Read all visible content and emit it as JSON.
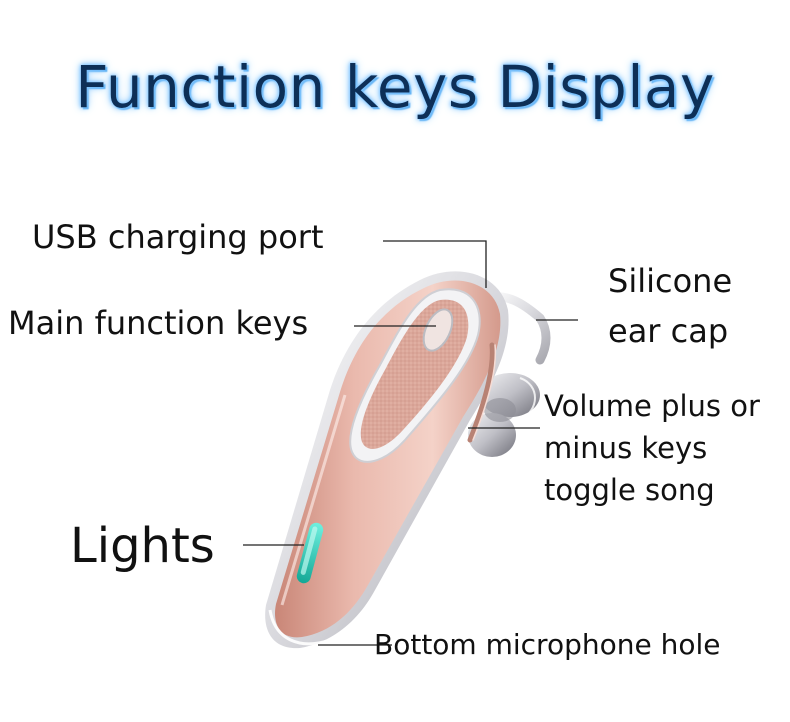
{
  "title": "Function keys Display",
  "labels": {
    "usb_port": "USB charging port",
    "main_keys": "Main function keys",
    "ear_cap": "Silicone\near cap",
    "volume_keys": "Volume plus or\nminus keys\ntoggle song",
    "lights": "Lights",
    "mic_hole": "Bottom microphone hole"
  },
  "colors": {
    "title_text": "#0d2f57",
    "title_glow": "#7fc4ff",
    "body_rose": "#e2ab9f",
    "trim_silver": "#e9e9ec",
    "led": "#2fc9b5",
    "leader_line": "#222222"
  }
}
